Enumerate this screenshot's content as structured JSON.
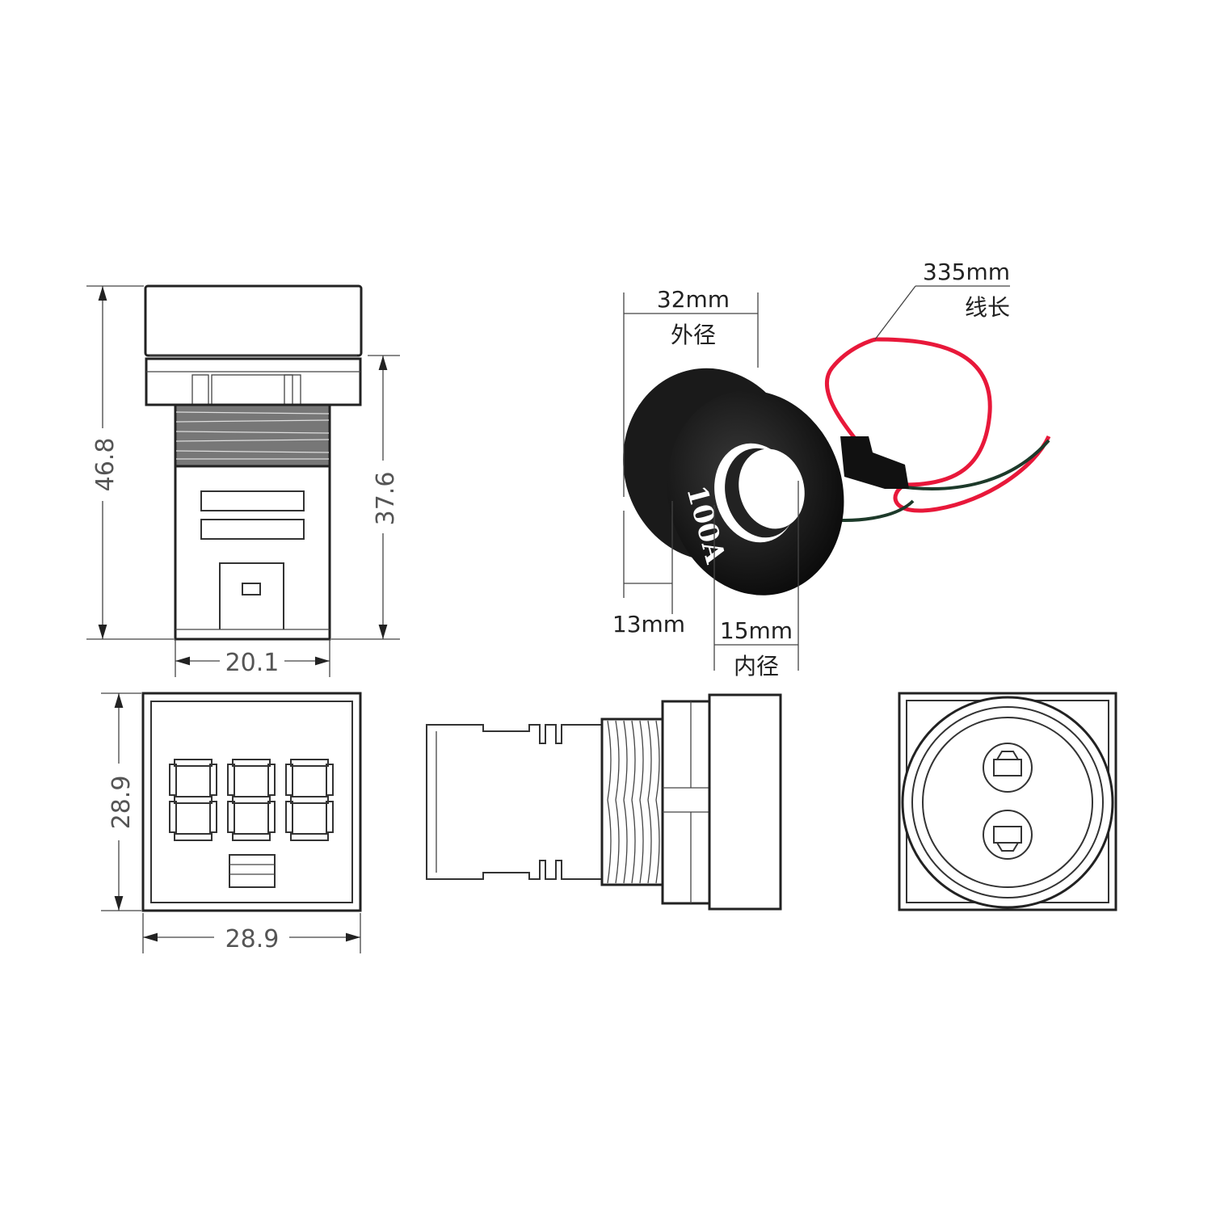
{
  "side_view": {
    "total_height": "46.8",
    "body_height": "37.6",
    "body_width": "20.1"
  },
  "front_view": {
    "height": "28.9",
    "width": "28.9",
    "display_digits": "888"
  },
  "current_transformer": {
    "outer_diameter": "32mm",
    "outer_diameter_label": "外径",
    "wire_length": "335mm",
    "wire_length_label": "线长",
    "thickness": "13mm",
    "inner_diameter": "15mm",
    "inner_diameter_label": "内径",
    "rating_marking": "100A",
    "colors": {
      "ring": "#151515",
      "wire_red": "#e8183a",
      "wire_black": "#1d3a2a"
    }
  }
}
